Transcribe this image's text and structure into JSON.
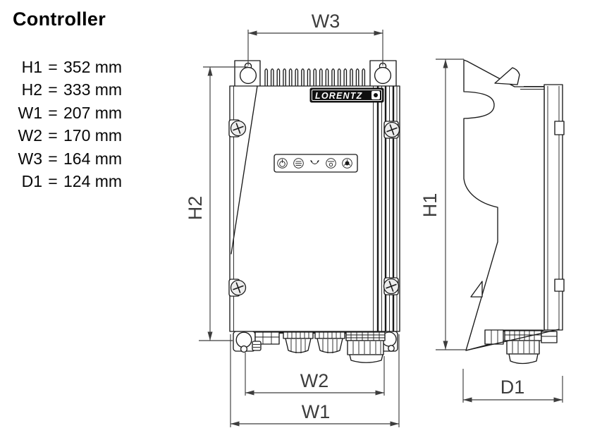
{
  "info": {
    "title": "Controller",
    "equals": "=",
    "rows": [
      {
        "label": "H1",
        "value": "352 mm"
      },
      {
        "label": "H2",
        "value": "333 mm"
      },
      {
        "label": "W1",
        "value": "207 mm"
      },
      {
        "label": "W2",
        "value": "170 mm"
      },
      {
        "label": "W3",
        "value": "164 mm"
      },
      {
        "label": "D1",
        "value": "124 mm"
      }
    ]
  },
  "drawing": {
    "brand_label": "LORENTZ",
    "dim_labels": {
      "w3": "W3",
      "h2": "H2",
      "w2": "W2",
      "w1": "W1",
      "h1": "H1",
      "d1": "D1"
    },
    "led_icons": [
      "power-led-icon",
      "pv-input-led-icon",
      "water-low-led-icon",
      "tank-full-led-icon",
      "pump-running-led-icon"
    ],
    "colors": {
      "background": "#ffffff",
      "line": "#1a1a1a",
      "dimension": "#3d3d3d",
      "badge_bg": "#101010",
      "badge_text": "#ffffff"
    }
  }
}
